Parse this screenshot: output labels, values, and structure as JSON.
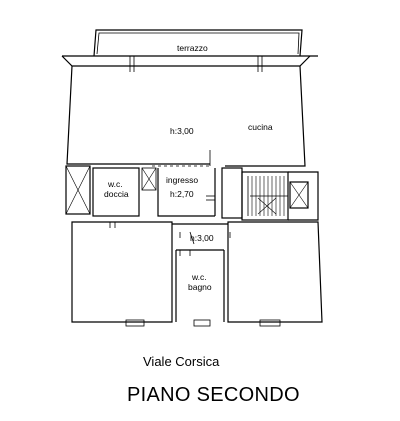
{
  "rooms": {
    "terrazzo": "terrazzo",
    "main_height": "h:3,00",
    "cucina": "cucina",
    "ingresso": "ingresso",
    "ingresso_height": "h:2,70",
    "wc_doccia_1": "w.c.",
    "wc_doccia_2": "doccia",
    "hall_height": "h:3,00",
    "wc_bagno_1": "w.c.",
    "wc_bagno_2": "bagno"
  },
  "footer": {
    "street": "Viale Corsica",
    "floor_name": "PIANO SECONDO"
  }
}
